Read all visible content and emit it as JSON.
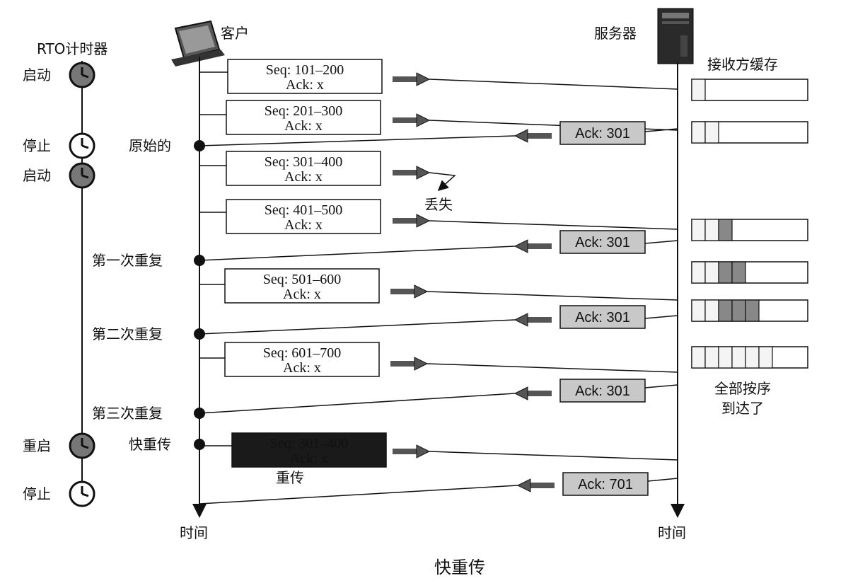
{
  "client": {
    "label": "客户",
    "time_label": "时间"
  },
  "server": {
    "label": "服务器",
    "time_label": "时间"
  },
  "rto": {
    "title": "RTO计时器",
    "events": [
      {
        "label": "启动",
        "state": "running"
      },
      {
        "label": "停止",
        "state": "stopped"
      },
      {
        "label": "启动",
        "state": "running"
      },
      {
        "label": "重启",
        "state": "running"
      },
      {
        "label": "停止",
        "state": "stopped"
      }
    ]
  },
  "client_events": [
    "原始的",
    "第一次重复",
    "第二次重复",
    "第三次重复",
    "快重传"
  ],
  "segments": [
    {
      "seq": "Seq: 101–200",
      "ack": "Ack: x",
      "lost": false,
      "retransmit": false
    },
    {
      "seq": "Seq: 201–300",
      "ack": "Ack: x",
      "lost": false,
      "retransmit": false
    },
    {
      "seq": "Seq: 301–400",
      "ack": "Ack: x",
      "lost": true,
      "retransmit": false
    },
    {
      "seq": "Seq: 401–500",
      "ack": "Ack: x",
      "lost": false,
      "retransmit": false
    },
    {
      "seq": "Seq: 501–600",
      "ack": "Ack: x",
      "lost": false,
      "retransmit": false
    },
    {
      "seq": "Seq: 601–700",
      "ack": "Ack: x",
      "lost": false,
      "retransmit": false
    },
    {
      "seq": "Seq: 301–400",
      "ack": "Ack: x",
      "lost": false,
      "retransmit": true
    }
  ],
  "lost_label": "丢失",
  "retransmit_label": "重传",
  "acks": [
    "Ack: 301",
    "Ack: 301",
    "Ack: 301",
    "Ack: 301",
    "Ack: 701"
  ],
  "receiver_buffer": {
    "title": "接收方缓存",
    "note_line1": "全部按序",
    "note_line2": "到达了"
  },
  "caption": "快重传",
  "colors": {
    "ack_box": "#c8c8c8",
    "retransmit_box": "#1a1a1a",
    "buffer_fill": "#888888",
    "clock_running": "#777777"
  }
}
